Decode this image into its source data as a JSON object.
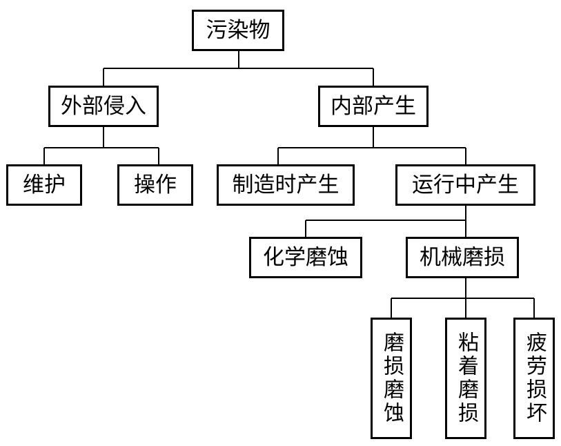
{
  "diagram": {
    "root": {
      "label": "污染物"
    },
    "external": {
      "label": "外部侵入"
    },
    "internal": {
      "label": "内部产生"
    },
    "maintenance": {
      "label": "维护"
    },
    "operation": {
      "label": "操作"
    },
    "manufacturing": {
      "label": "制造时产生"
    },
    "running": {
      "label": "运行中产生"
    },
    "chemical_corrosion": {
      "label": "化学磨蚀"
    },
    "mechanical_wear": {
      "label": "机械磨损"
    },
    "abrasive_wear": {
      "label": "磨损磨蚀"
    },
    "adhesive_wear": {
      "label": "粘着磨损"
    },
    "fatigue_damage": {
      "label": "疲劳损坏"
    }
  }
}
